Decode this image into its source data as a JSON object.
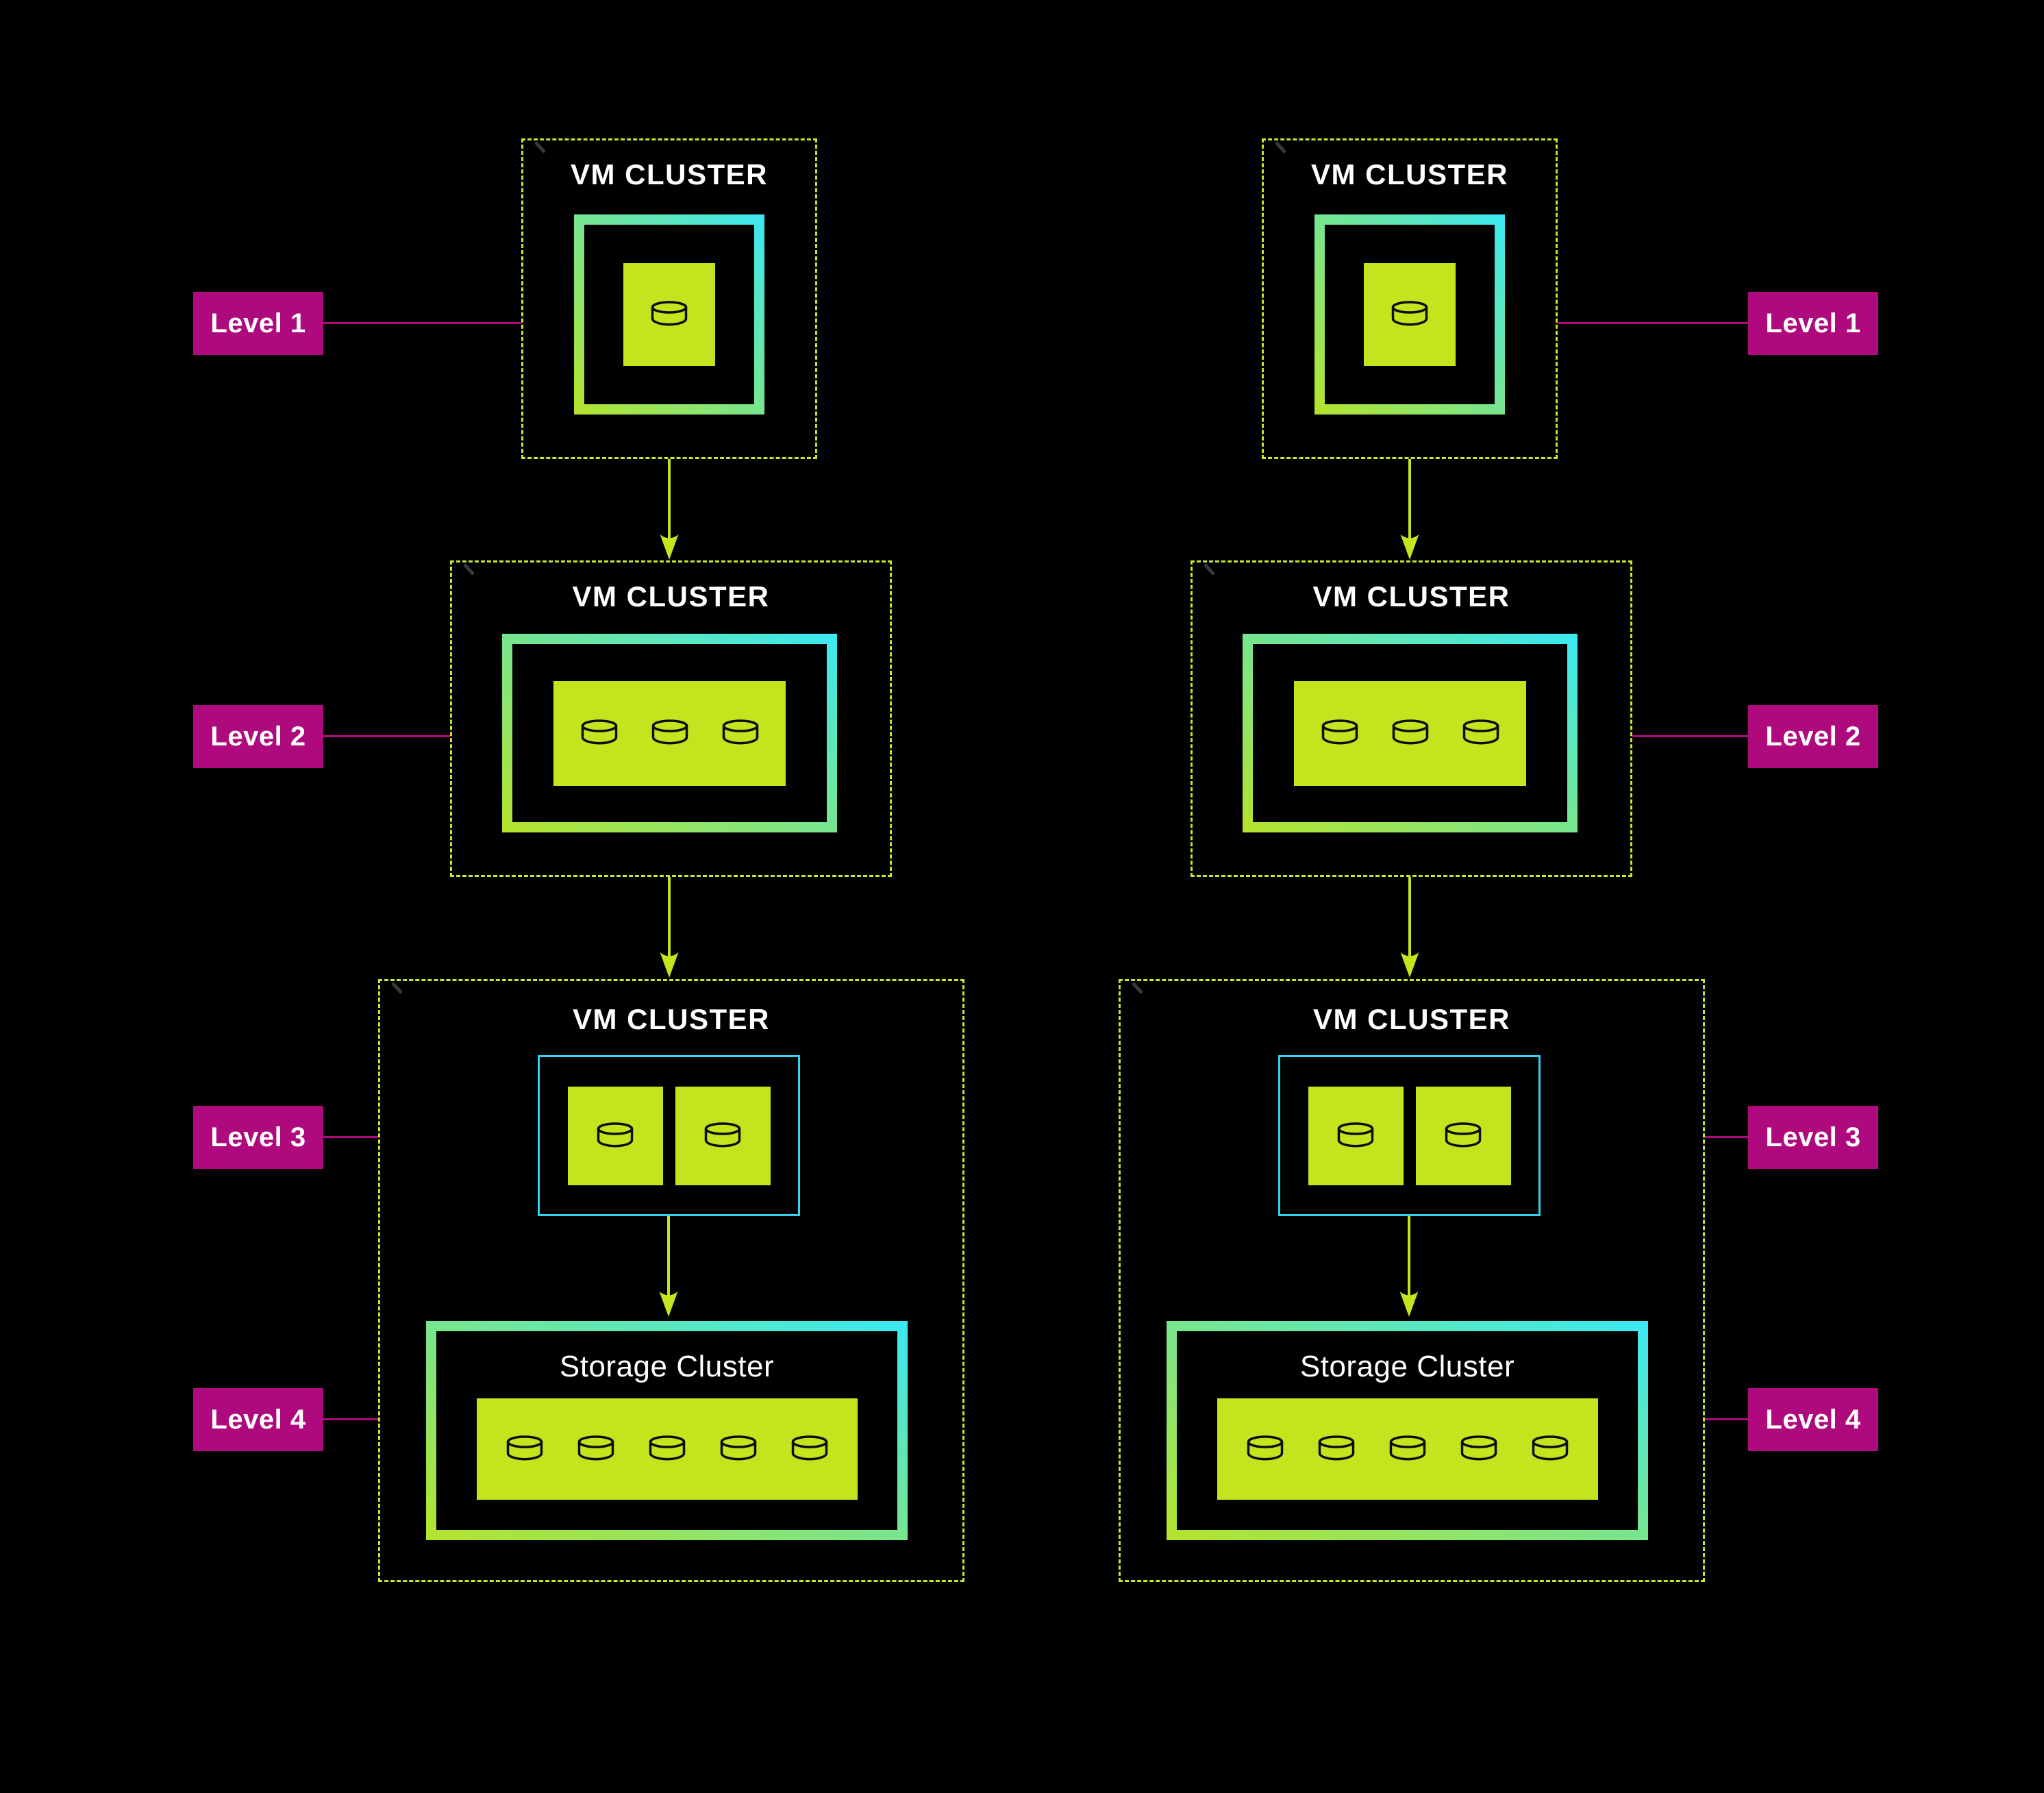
{
  "columns": [
    {
      "side": "left",
      "levels": [
        {
          "title": "VM CLUSTER",
          "vm_count": 1,
          "disk_count": 1
        },
        {
          "title": "VM CLUSTER",
          "vm_count": 1,
          "disk_count": 3
        },
        {
          "title": "VM CLUSTER",
          "vm_count": 2,
          "disk_count": 2
        },
        {
          "title": "Storage Cluster",
          "disk_count": 5
        }
      ]
    },
    {
      "side": "right",
      "levels": [
        {
          "title": "VM CLUSTER",
          "vm_count": 1,
          "disk_count": 1
        },
        {
          "title": "VM CLUSTER",
          "vm_count": 1,
          "disk_count": 3
        },
        {
          "title": "VM CLUSTER",
          "vm_count": 2,
          "disk_count": 2
        },
        {
          "title": "Storage Cluster",
          "disk_count": 5
        }
      ]
    }
  ],
  "labels": {
    "left": [
      "Level 1",
      "Level 2",
      "Level 3",
      "Level 4"
    ],
    "right": [
      "Level 1",
      "Level 2",
      "Level 3",
      "Level 4"
    ]
  },
  "icons": {
    "disk": "disk-icon",
    "arrow": "down-arrow-icon"
  },
  "colors": {
    "background": "#000000",
    "lime": "#c6e41e",
    "dash_border": "#cfe32a",
    "gradient_start": "#b5e32b",
    "gradient_end": "#3ae8f3",
    "cyan_border": "#33d2ee",
    "magenta": "#ae0a7e",
    "text": "#ffffff"
  }
}
